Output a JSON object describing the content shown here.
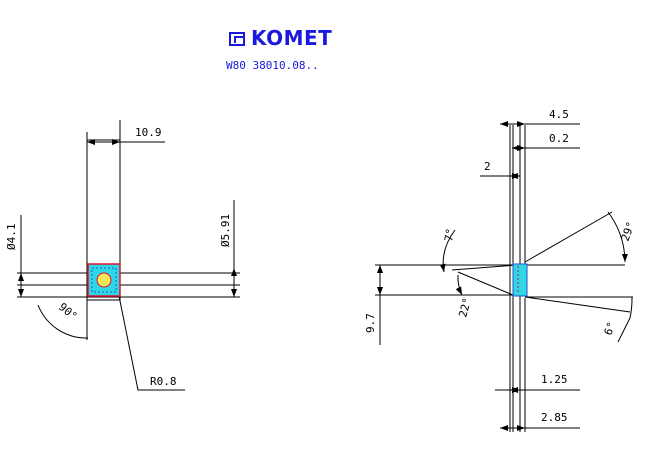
{
  "header": {
    "brand_name": "KOMET",
    "brand_color": "#1a1adf",
    "part_number": "W80 38010.08.."
  },
  "left_view": {
    "dim_width": "10.9",
    "dim_dia_small": "Ø4.1",
    "dim_dia_large": "Ø5.91",
    "angle_label": "90°",
    "radius_label": "R0.8"
  },
  "right_view": {
    "dim_top_outer": "4.5",
    "dim_top_inner": "0.2",
    "dim_left": "2",
    "angle_7": "7°",
    "angle_29": "29°",
    "angle_22": "22°",
    "angle_6": "6°",
    "dim_height": "9.7",
    "dim_bottom_inner": "1.25",
    "dim_bottom_outer": "2.85"
  },
  "colors": {
    "line": "#000000",
    "insert_outline": "#e0102a",
    "insert_fill": "#2fd6e6",
    "insert_center": "#f2e85a"
  }
}
